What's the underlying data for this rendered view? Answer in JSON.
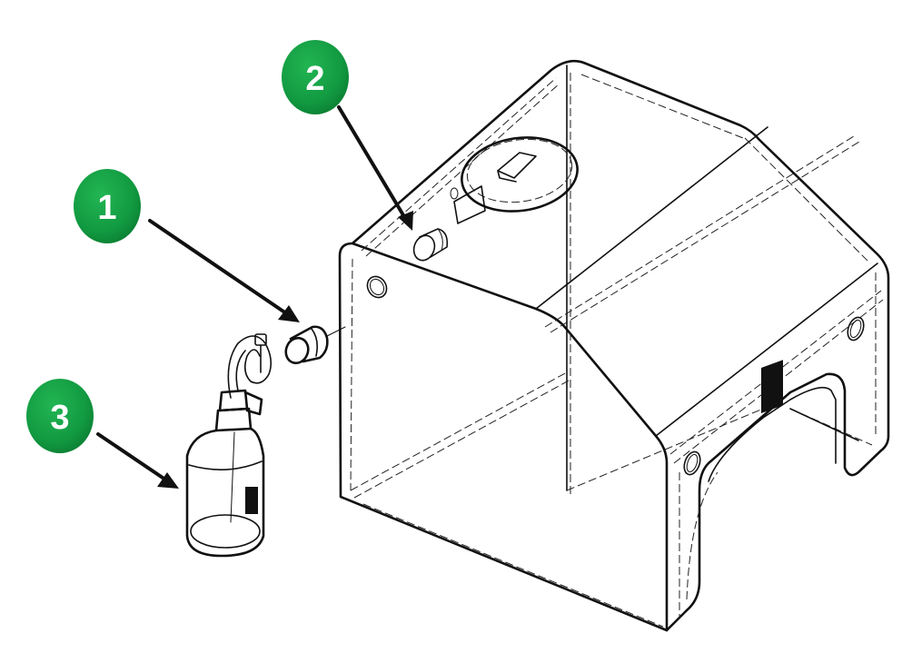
{
  "diagram": {
    "type": "exploded-assembly",
    "colors": {
      "callout_fill": "#17a347",
      "callout_fill_dark": "#0b7f33",
      "callout_text": "#ffffff",
      "line": "#111111",
      "background": "#ffffff"
    },
    "callouts": [
      {
        "label": "1",
        "target": "connector-fitting"
      },
      {
        "label": "2",
        "target": "housing-port-fitting"
      },
      {
        "label": "3",
        "target": "humidifier-bottle"
      }
    ],
    "parts": [
      "housing-cover",
      "connector-fitting",
      "housing-port-fitting",
      "humidifier-bottle",
      "top-filter-cap"
    ]
  }
}
